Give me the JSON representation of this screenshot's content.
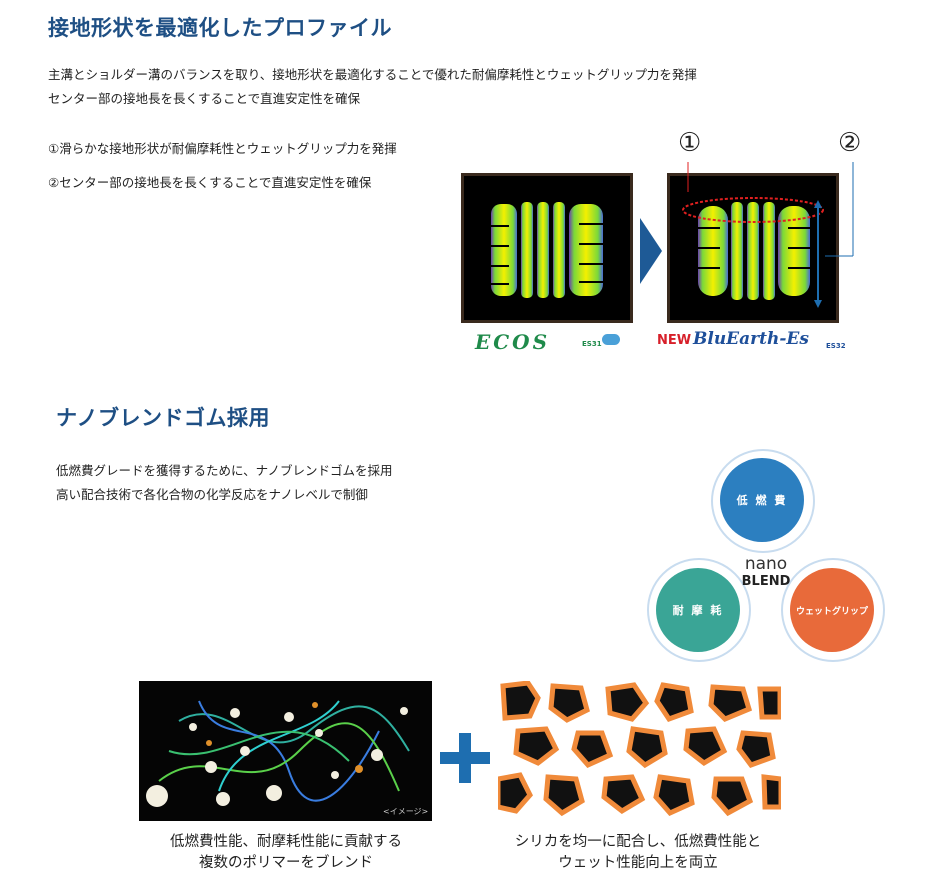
{
  "section1": {
    "title": "接地形状を最適化したプロファイル",
    "intro": [
      "主溝とショルダー溝のバランスを取り、接地形状を最適化することで優れた耐偏摩耗性とウェットグリップ力を発揮",
      "センター部の接地長を長くすることで直進安定性を確保"
    ],
    "points": [
      "①滑らかな接地形状が耐偏摩耗性とウェットグリップ力を発揮",
      "②センター部の接地長を長くすることで直進安定性を確保"
    ],
    "markers": [
      "①",
      "②"
    ],
    "brand_before": "ECOS",
    "brand_before_sub": "ES31",
    "brand_after_prefix": "NEW",
    "brand_after": "BluEarth-Es",
    "brand_after_sub": "ES32"
  },
  "section2": {
    "title": "ナノブレンドゴム採用",
    "intro": [
      "低燃費グレードを獲得するために、ナノブレンドゴムを採用",
      "高い配合技術で各化合物の化学反応をナノレベルで制御"
    ],
    "nano_blend": {
      "logo_top": "nano",
      "logo_bottom": "BLEND",
      "top": "低 燃 費",
      "left": "耐 摩 耗",
      "right": "ウェットグリップ"
    },
    "image_note": "<イメージ>",
    "caption_left": [
      "低燃費性能、耐摩耗性能に貢献する",
      "複数のポリマーをブレンド"
    ],
    "caption_right": [
      "シリカを均一に配合し、低燃費性能と",
      "ウェット性能向上を両立"
    ]
  },
  "colors": {
    "heading": "#1e4f84",
    "accent_blue": "#1e6eb0",
    "bubble_blue": "#2c7fc0",
    "bubble_teal": "#3aa596",
    "bubble_orange": "#e86a3a"
  }
}
